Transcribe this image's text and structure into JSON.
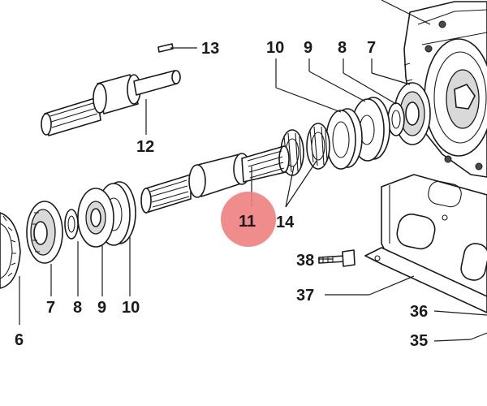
{
  "callouts": {
    "c13": "13",
    "c12": "12",
    "c10_top": "10",
    "c9_top": "9",
    "c8_top": "8",
    "c7_top": "7",
    "c11": "11",
    "c14": "14",
    "c38": "38",
    "c37": "37",
    "c36": "36",
    "c35": "35",
    "c7_bottom": "7",
    "c8_bottom": "8",
    "c9_bottom": "9",
    "c10_bottom": "10",
    "c6": "6"
  },
  "highlight": {
    "callout": "11",
    "color": "#f08080"
  }
}
